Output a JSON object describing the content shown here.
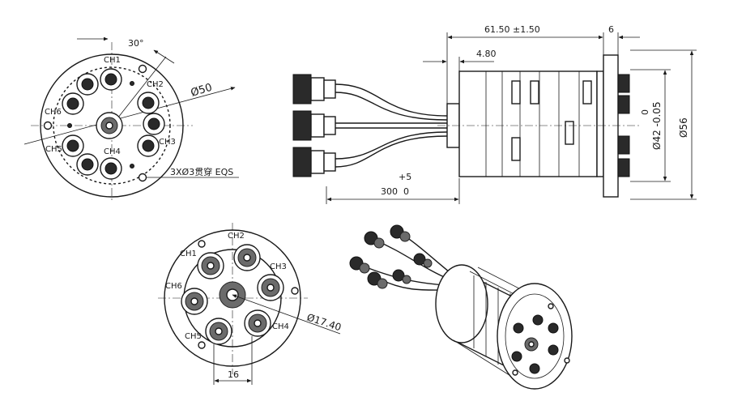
{
  "front_view": {
    "angle": "30°",
    "diameter": "Ø50",
    "hole_note": "3XØ3贯穿 EQS",
    "channels": [
      "CH1",
      "CH2",
      "CH3",
      "CH4",
      "CH5",
      "CH6"
    ]
  },
  "side_view": {
    "length": "61.50 ±1.50",
    "flange": "6",
    "offset": "4.80",
    "cable_tol_upper": "+5",
    "cable_length": "300",
    "cable_tol_lower": "0",
    "bore_tol": "0",
    "bore": "Ø42 -0.05",
    "outer": "Ø56"
  },
  "rear_view": {
    "pcd": "Ø17.40",
    "spacing": "16",
    "channels": [
      "CH1",
      "CH2",
      "CH3",
      "CH4",
      "CH5",
      "CH6"
    ]
  }
}
